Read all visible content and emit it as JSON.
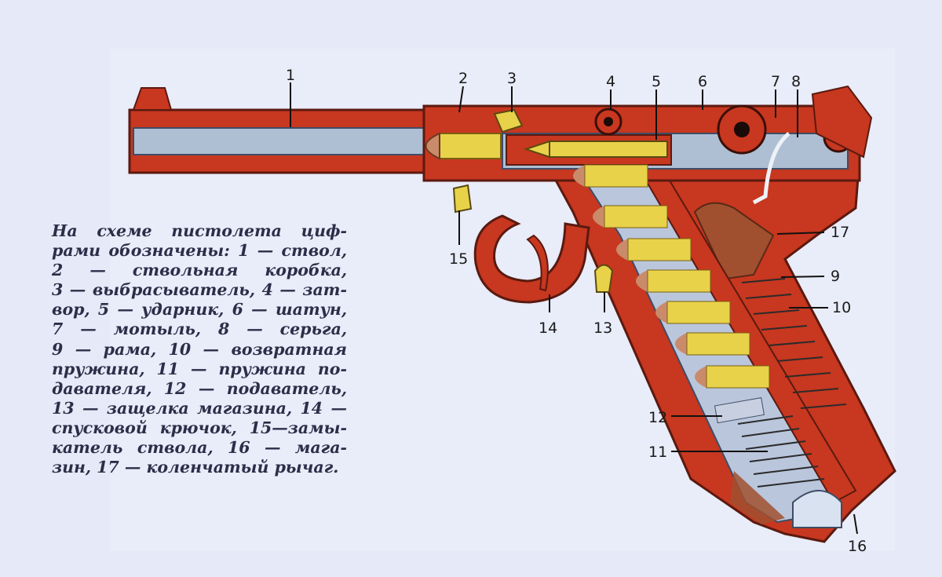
{
  "diagram": {
    "caption_lines": [
      "На схеме пистолета циф-",
      "рами обозначены: 1 — ствол,",
      "2 — ствольная коробка,",
      "3 — выбрасыватель, 4 — зат-",
      "вор, 5 — ударник, 6 — шатун,",
      "7 — мотыль, 8 — серьга,",
      "9 — рама, 10 — возвратная",
      "пружина, 11 — пружина по-",
      "давателя, 12 — подаватель,",
      "13 — защелка магазина, 14 —",
      "спусковой крючок, 15—замы-",
      "катель ствола, 16 — мага-",
      "зин, 17 — коленчатый рычаг."
    ],
    "part_numbers": [
      "1",
      "2",
      "3",
      "4",
      "5",
      "6",
      "7",
      "8",
      "9",
      "10",
      "11",
      "12",
      "13",
      "14",
      "15",
      "16",
      "17"
    ],
    "colors": {
      "frame_red": "#c8371f",
      "barrel_steel": "#aebfd4",
      "brass": "#e8d24a",
      "wood_grip": "#a0502f",
      "background": "#e6e9f7"
    }
  }
}
